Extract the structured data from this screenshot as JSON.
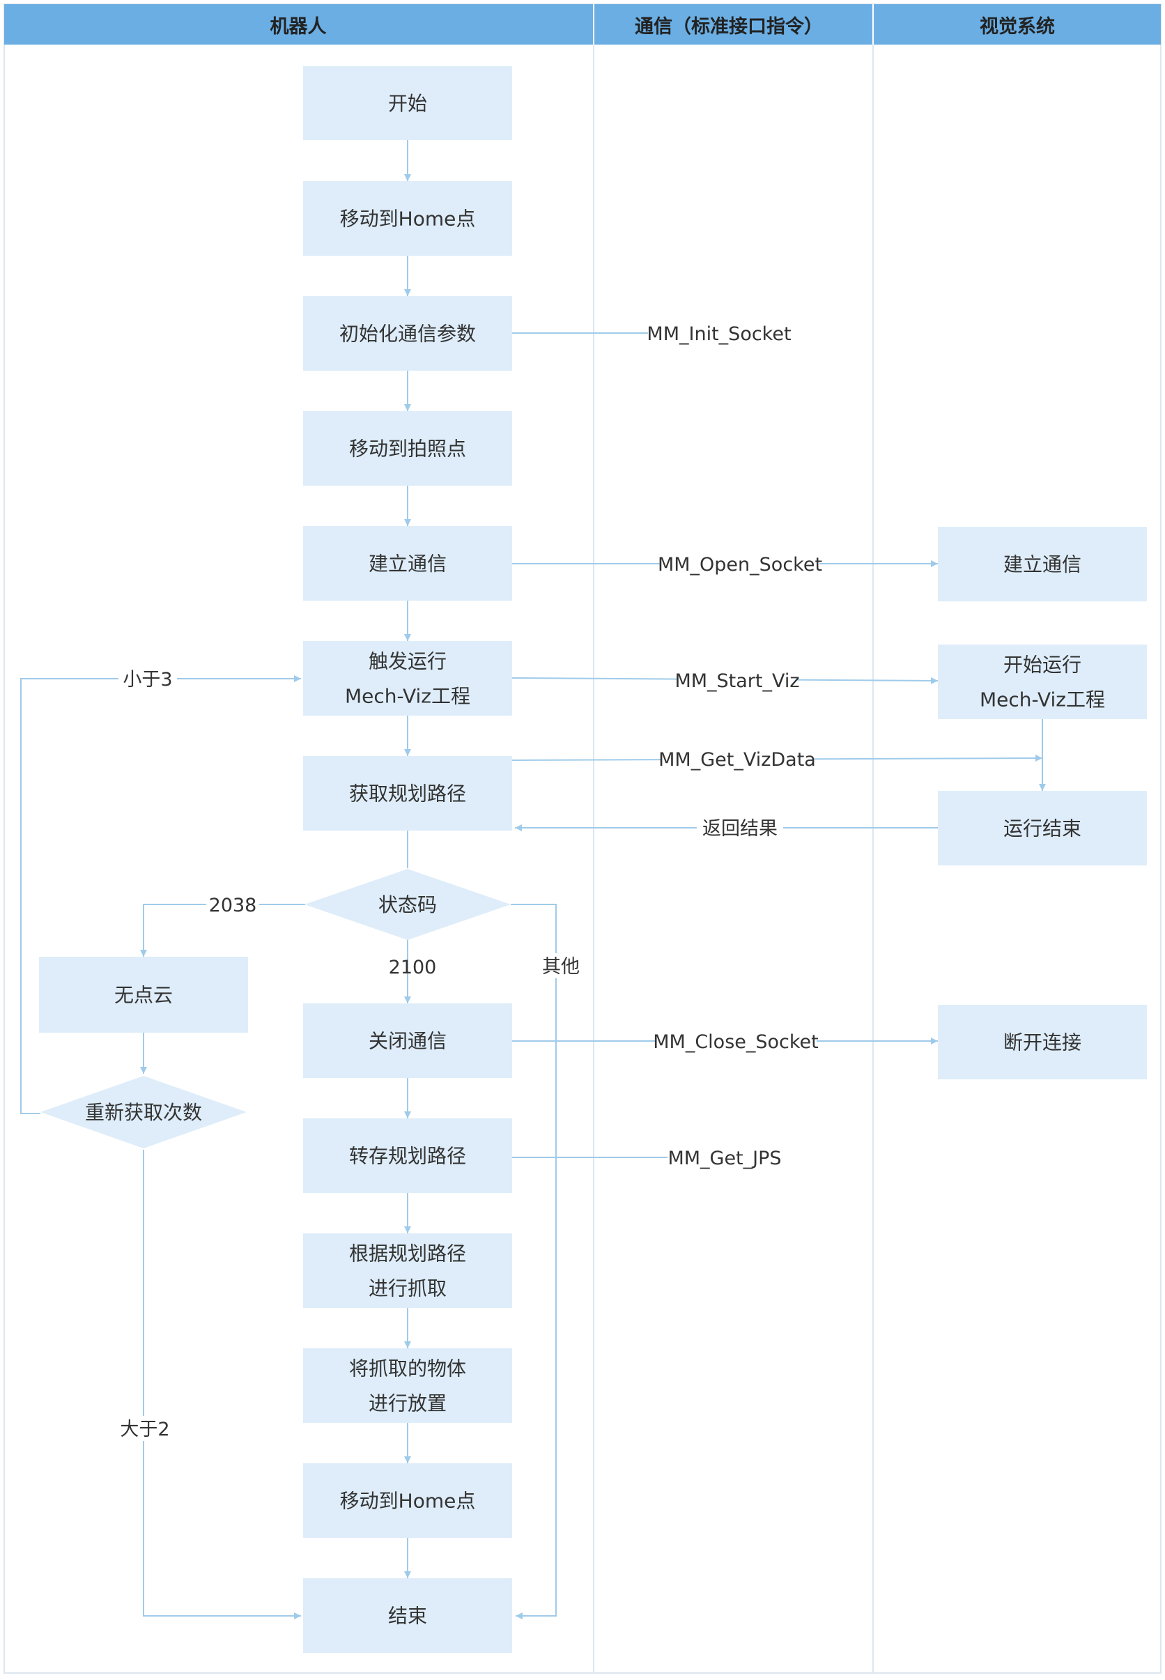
{
  "lanes": {
    "robot": "机器人",
    "comm": "通信（标准接口指令）",
    "vision": "视觉系统"
  },
  "nodes": {
    "start": [
      "开始"
    ],
    "home1": [
      "移动到Home点"
    ],
    "init": [
      "初始化通信参数"
    ],
    "photo": [
      "移动到拍照点"
    ],
    "connect": [
      "建立通信"
    ],
    "trigger": [
      "触发运行",
      "Mech-Viz工程"
    ],
    "getpath": [
      "获取规划路径"
    ],
    "status": [
      "状态码"
    ],
    "nocloud": [
      "无点云"
    ],
    "retry": [
      "重新获取次数"
    ],
    "close": [
      "关闭通信"
    ],
    "savepath": [
      "转存规划路径"
    ],
    "grab": [
      "根据规划路径",
      "进行抓取"
    ],
    "place": [
      "将抓取的物体",
      "进行放置"
    ],
    "home2": [
      "移动到Home点"
    ],
    "end": [
      "结束"
    ],
    "v_connect": [
      "建立通信"
    ],
    "v_start": [
      "开始运行",
      "Mech-Viz工程"
    ],
    "v_done": [
      "运行结束"
    ],
    "v_disconnect": [
      "断开连接"
    ]
  },
  "labels": {
    "init_socket": "MM_Init_Socket",
    "open_socket": "MM_Open_Socket",
    "start_viz": "MM_Start_Viz",
    "get_vizdata": "MM_Get_VizData",
    "return_result": "返回结果",
    "close_socket": "MM_Close_Socket",
    "get_jps": "MM_Get_JPS",
    "code_2038": "2038",
    "code_2100": "2100",
    "code_other": "其他",
    "less_than_3": "小于3",
    "greater_than_2": "大于2"
  },
  "colors": {
    "header": "#6aaee3",
    "box": "#deedf9",
    "line": "#9fcbea",
    "divider": "#dde6ef",
    "text": "#333333"
  }
}
